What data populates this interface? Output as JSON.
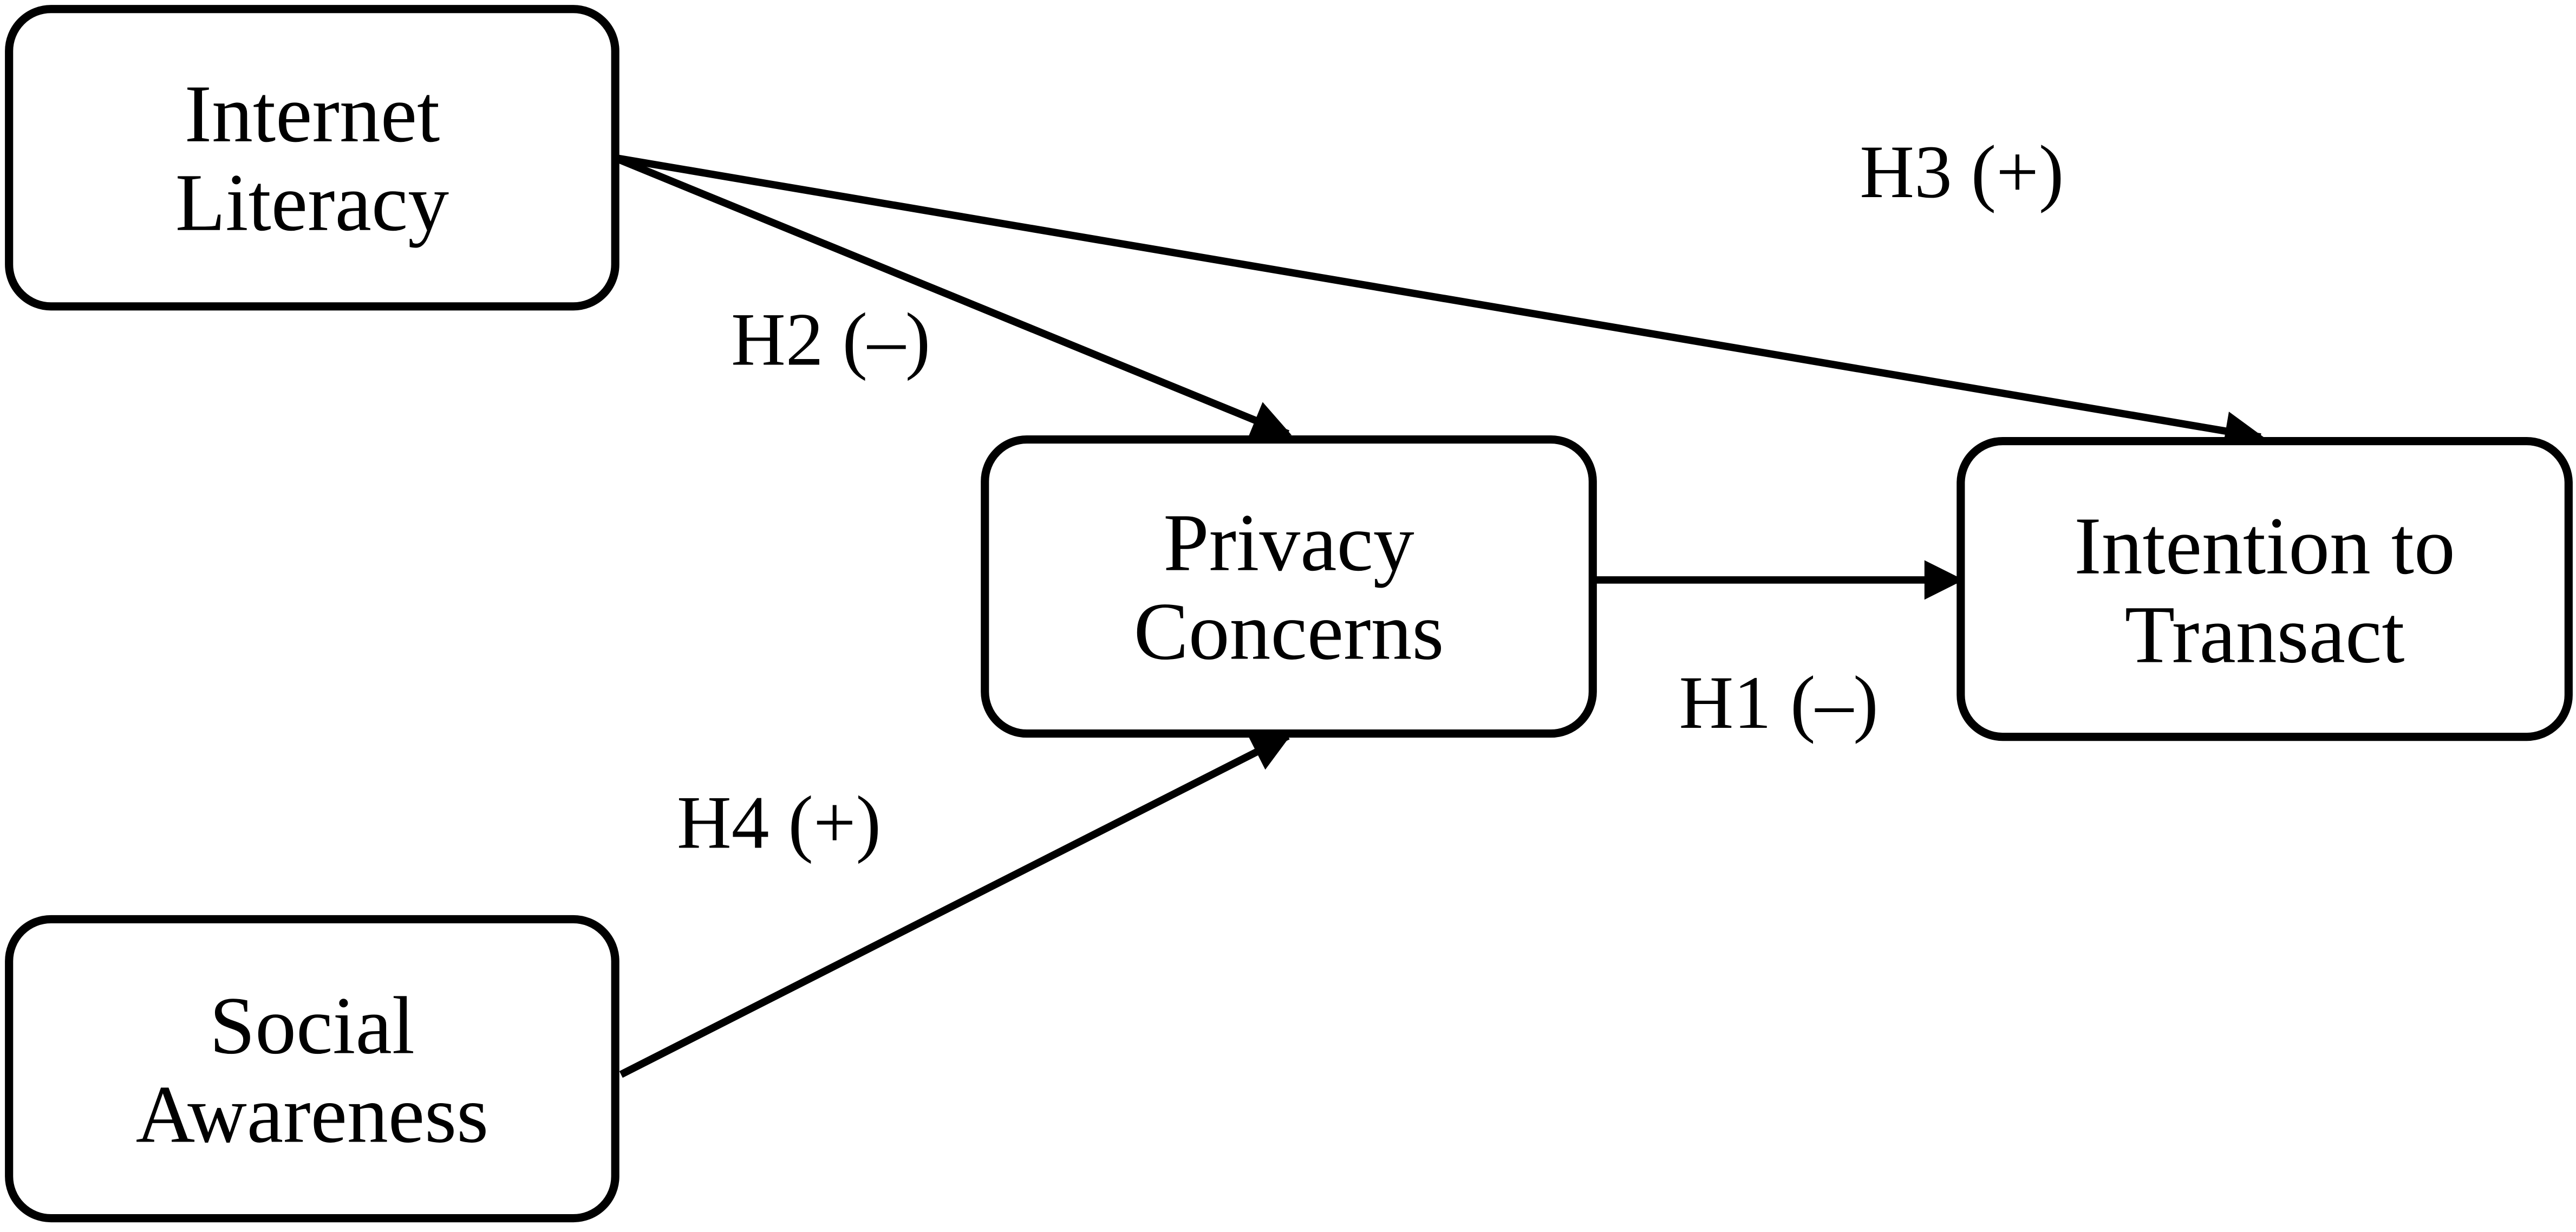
{
  "diagram": {
    "type": "research-model",
    "nodes": [
      {
        "id": "internet_literacy",
        "lines": [
          "Internet",
          "Literacy"
        ]
      },
      {
        "id": "social_awareness",
        "lines": [
          "Social",
          "Awareness"
        ]
      },
      {
        "id": "privacy_concerns",
        "lines": [
          "Privacy",
          "Concerns"
        ]
      },
      {
        "id": "intention_to_transact",
        "lines": [
          "Intention to",
          "Transact"
        ]
      }
    ],
    "edges": [
      {
        "id": "h1",
        "from": "privacy_concerns",
        "to": "intention_to_transact",
        "label": "H1 (–)"
      },
      {
        "id": "h2",
        "from": "internet_literacy",
        "to": "privacy_concerns",
        "label": "H2 (–)"
      },
      {
        "id": "h3",
        "from": "internet_literacy",
        "to": "intention_to_transact",
        "label": "H3 (+)"
      },
      {
        "id": "h4",
        "from": "social_awareness",
        "to": "privacy_concerns",
        "label": "H4 (+)"
      }
    ],
    "colors": {
      "stroke": "#000000",
      "background": "#ffffff"
    }
  }
}
